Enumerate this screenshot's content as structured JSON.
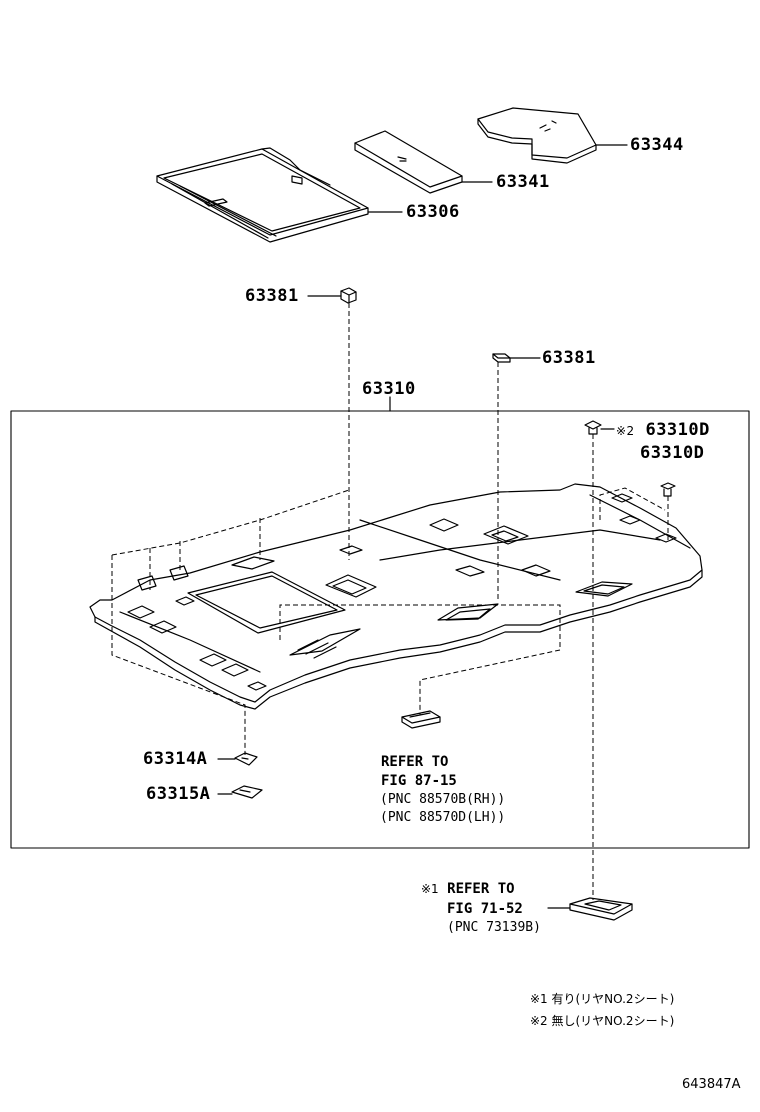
{
  "parts": {
    "p63344": "63344",
    "p63341": "63341",
    "p63306": "63306",
    "p63381_top": "63381",
    "p63381_mid": "63381",
    "p63310": "63310",
    "p63310D_1": "63310D",
    "p63310D_2": "63310D",
    "p63314A": "63314A",
    "p63315A": "63315A"
  },
  "marks": {
    "m1": "※1",
    "m2": "※2"
  },
  "refs": {
    "ref1": {
      "line1": "REFER TO",
      "line2": "FIG 87-15",
      "line3": "(PNC 88570B(RH))",
      "line4": "(PNC 88570D(LH))"
    },
    "ref2": {
      "line1": "REFER TO",
      "line2": "FIG 71-52",
      "line3": "(PNC 73139B)"
    }
  },
  "notes": {
    "note1": "※1 有り(リヤNO.2シート)",
    "note2": "※2 無し(リヤNO.2シート)"
  },
  "figure_code": "643847A"
}
